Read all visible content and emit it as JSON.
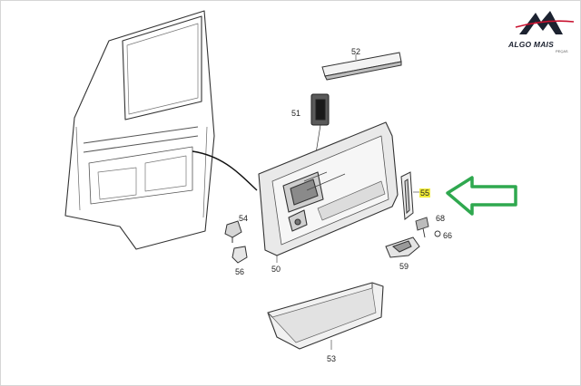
{
  "brand": {
    "name": "ALGO MAIS",
    "tagline": "PEÇAS",
    "colors": {
      "primary": "#1c2230",
      "accent": "#c8102e"
    }
  },
  "callouts": [
    {
      "id": "p52",
      "label": "52"
    },
    {
      "id": "p51",
      "label": "51"
    },
    {
      "id": "p55",
      "label": "55",
      "highlighted": true
    },
    {
      "id": "p54",
      "label": "54"
    },
    {
      "id": "p56",
      "label": "56"
    },
    {
      "id": "p50",
      "label": "50"
    },
    {
      "id": "p68",
      "label": "68"
    },
    {
      "id": "p66",
      "label": "66"
    },
    {
      "id": "p59",
      "label": "59"
    },
    {
      "id": "p53",
      "label": "53"
    }
  ],
  "pointer": {
    "color": "#2fa84f",
    "points_to": "55"
  }
}
